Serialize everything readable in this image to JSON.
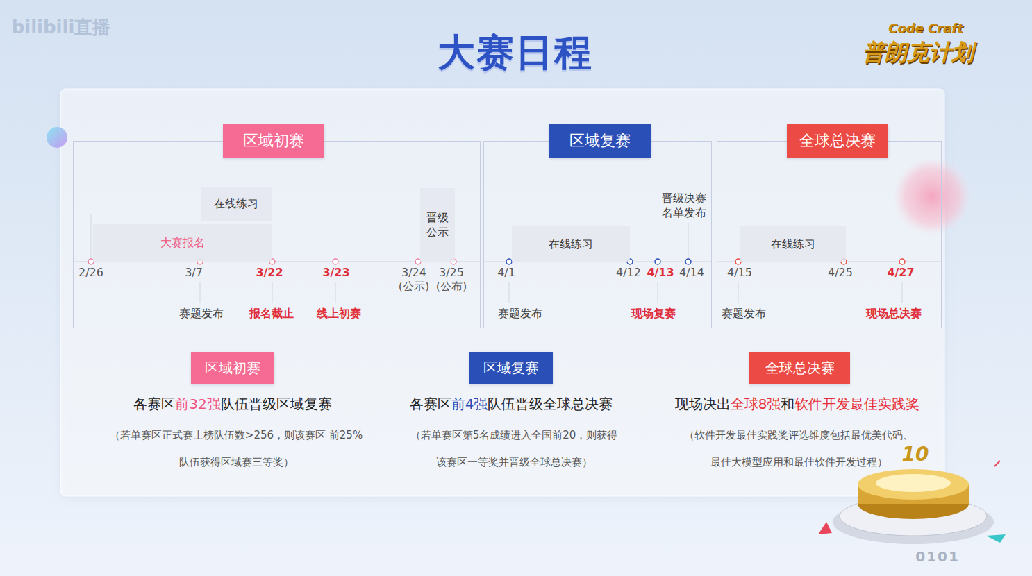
{
  "diagram": {
    "title": "大赛日程",
    "nodes": [
      {
        "text": [
          "区域初赛"
        ]
      },
      {
        "text": [
          "在线练习"
        ],
        "in": 0
      },
      {
        "text": [
          "大赛报名"
        ],
        "in": 0
      },
      {
        "text": [
          "晋级 公示"
        ],
        "in": 0
      },
      {
        "text": [
          "区域复赛"
        ]
      },
      {
        "text": [
          "在线练习"
        ],
        "in": 4
      },
      {
        "text": [
          "全球总决赛"
        ]
      },
      {
        "text": [
          "在线练习"
        ],
        "in": 6
      },
      {
        "text": [
          "区域初赛"
        ]
      },
      {
        "text": [
          "区域复赛"
        ]
      },
      {
        "text": [
          "全球总决赛"
        ]
      }
    ],
    "labels": [
      "bilibili直播",
      "Code Craft",
      "普朗克计划",
      "2/26",
      "3/7",
      "3/22",
      "3/23",
      "3/24 (公示)",
      "3/25 (公布)",
      "赛题发布",
      "报名截止",
      "线上初赛",
      "晋级决赛 名单发布",
      "4/1",
      "4/12",
      "4/13",
      "4/14",
      "赛题发布",
      "现场复赛",
      "4/15",
      "4/25",
      "4/27",
      "赛题发布",
      "现场总决赛",
      "各赛区",
      "前32强",
      "队伍晋级区域复赛",
      "（若单赛区正式赛上榜队伍数>256，则该赛区 前25%队伍获得区域赛三等奖）",
      "各赛区",
      "前4强",
      "队伍晋级全球总决赛",
      "（若单赛区第5名成绩进入全国前20，则获得 该赛区一等奖并晋级全球总决赛）",
      "现场决出",
      "全球8强",
      "和",
      "软件开发最佳实践奖",
      "（软件开发最佳实践奖评选维度包括最优美代码、 最佳大模型应用和最佳软件开发过程）",
      "10",
      "0101"
    ]
  }
}
